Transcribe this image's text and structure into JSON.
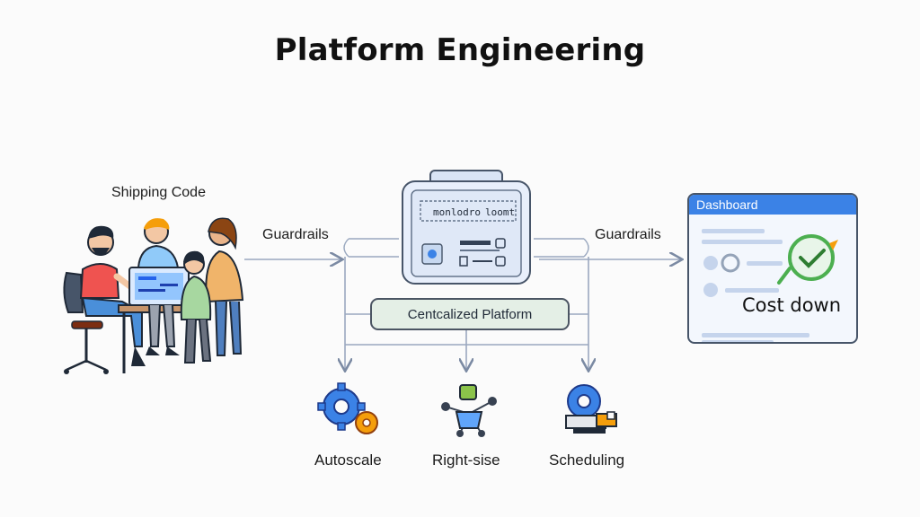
{
  "title": "Platform Engineering",
  "left_group": {
    "label": "Shipping Code"
  },
  "arrows": {
    "left_label": "Guardrails",
    "right_label": "Guardrails"
  },
  "platform": {
    "label": "Centcalized Platform",
    "screen_text_1": "monlodro",
    "screen_text_2": "loomt"
  },
  "dashboard": {
    "title": "Dashboard",
    "metric_label": "Cost down"
  },
  "capabilities": [
    {
      "label": "Autoscale",
      "icon": "gears-icon"
    },
    {
      "label": "Right-sise",
      "icon": "network-node-icon"
    },
    {
      "label": "Scheduling",
      "icon": "scheduler-gear-icon"
    }
  ],
  "colors": {
    "accent_blue": "#3b82e6",
    "green": "#4caf50",
    "line": "#94a3b8",
    "orange": "#f59e0b"
  }
}
